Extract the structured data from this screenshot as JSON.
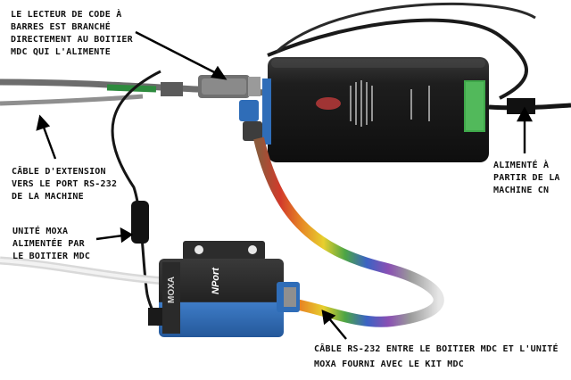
{
  "annotations": {
    "reader": {
      "lines": [
        "LE LECTEUR DE CODE À",
        "BARRES EST BRANCHÉ",
        "DIRECTEMENT AU BOITIER",
        "MDC QUI L'ALIMENTE"
      ]
    },
    "extension_cable": {
      "lines": [
        "CÂBLE D'EXTENSION",
        "VERS LE PORT RS-232",
        "DE LA MACHINE"
      ]
    },
    "moxa_unit": {
      "lines": [
        "UNITÉ MOXA",
        "ALIMENTÉE PAR",
        "LE BOITIER MDC"
      ]
    },
    "power": {
      "lines": [
        "ALIMENTÉ À",
        "PARTIR DE LA",
        "MACHINE CN"
      ]
    },
    "rs232_cable": {
      "lines": [
        "CÂBLE RS-232 ENTRE LE BOITIER MDC ET L'UNITÉ",
        "MOXA FOURNI AVEC  LE KIT MDC"
      ]
    }
  },
  "device_labels": {
    "moxa_brand": "MOXA",
    "nport_brand": "NPort"
  },
  "colors": {
    "background": "#ffffff",
    "box_body": "#1c1c1c",
    "moxa_blue": "#2f6db8",
    "terminal_green": "#3fa84a",
    "arrow": "#000000"
  }
}
